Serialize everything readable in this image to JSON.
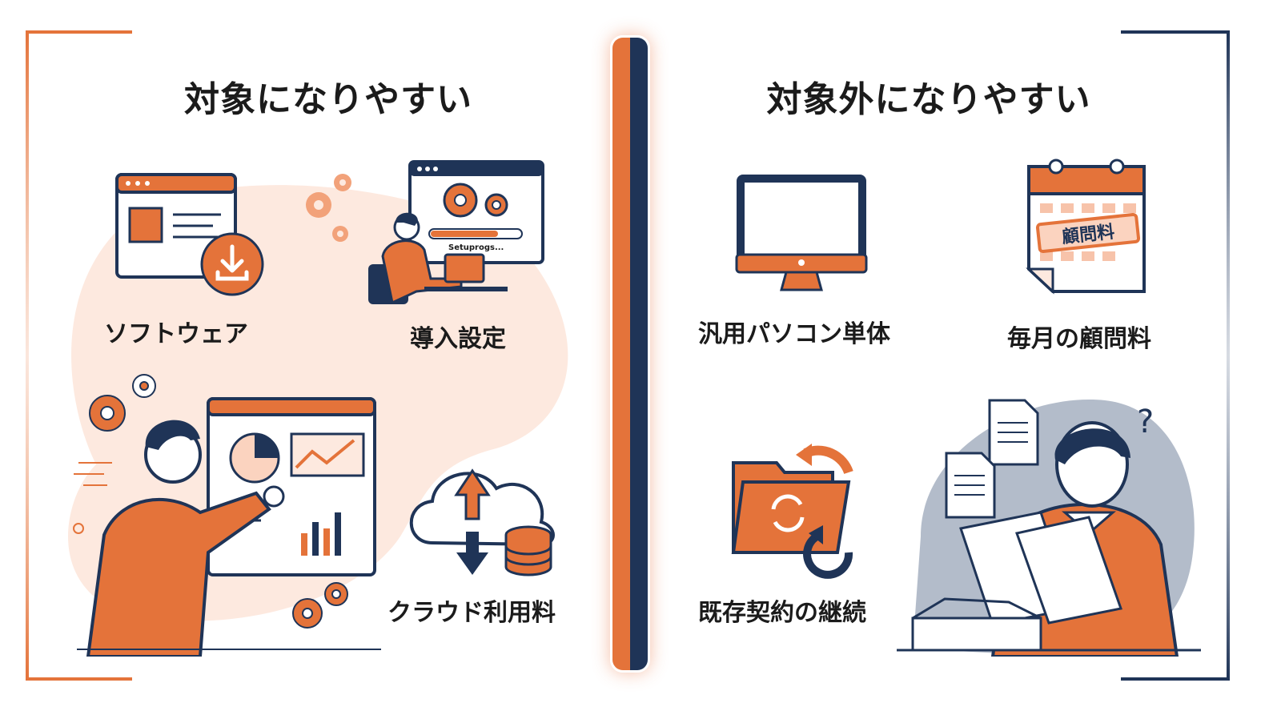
{
  "colors": {
    "accent": "#e4733a",
    "navy": "#1f3457",
    "peach": "#fde7dc"
  },
  "left": {
    "heading": "対象になりやすい",
    "items": [
      {
        "label": "ソフトウェア",
        "icon": "software-download-icon"
      },
      {
        "label": "導入設定",
        "icon": "setup-person-icon"
      },
      {
        "label": "クラウド利用料",
        "icon": "cloud-sync-icon"
      }
    ],
    "progress_text": "Setuprogs...",
    "progress": 0.75
  },
  "right": {
    "heading": "対象外になりやすい",
    "items": [
      {
        "label": "汎用パソコン単体",
        "icon": "monitor-icon"
      },
      {
        "label": "毎月の顧問料",
        "icon": "calendar-icon"
      },
      {
        "label": "既存契約の継続",
        "icon": "folder-sync-icon"
      }
    ],
    "calendar_stamp": "顧問料"
  }
}
